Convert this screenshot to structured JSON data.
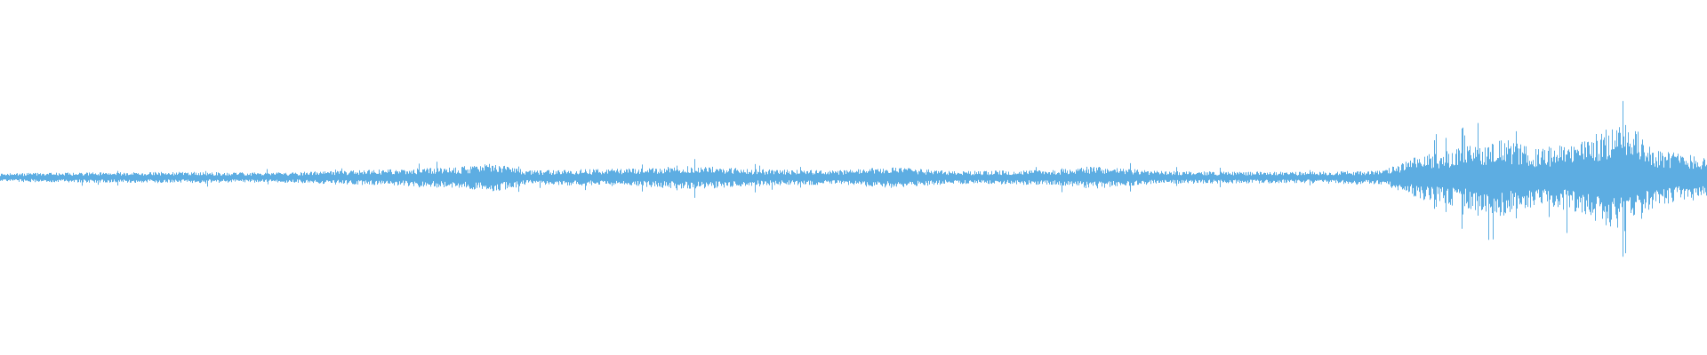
{
  "waveform": {
    "color": "#5dade2",
    "background": "#ffffff",
    "description": "audio-waveform",
    "envelope_profile": [
      {
        "pos": 0.0,
        "amp": 0.012
      },
      {
        "pos": 0.04,
        "amp": 0.014
      },
      {
        "pos": 0.1,
        "amp": 0.016
      },
      {
        "pos": 0.16,
        "amp": 0.014
      },
      {
        "pos": 0.22,
        "amp": 0.022
      },
      {
        "pos": 0.27,
        "amp": 0.03
      },
      {
        "pos": 0.29,
        "amp": 0.04
      },
      {
        "pos": 0.31,
        "amp": 0.02
      },
      {
        "pos": 0.37,
        "amp": 0.026
      },
      {
        "pos": 0.41,
        "amp": 0.034
      },
      {
        "pos": 0.44,
        "amp": 0.024
      },
      {
        "pos": 0.49,
        "amp": 0.02
      },
      {
        "pos": 0.52,
        "amp": 0.03
      },
      {
        "pos": 0.56,
        "amp": 0.018
      },
      {
        "pos": 0.62,
        "amp": 0.022
      },
      {
        "pos": 0.64,
        "amp": 0.032
      },
      {
        "pos": 0.68,
        "amp": 0.018
      },
      {
        "pos": 0.76,
        "amp": 0.016
      },
      {
        "pos": 0.81,
        "amp": 0.02
      },
      {
        "pos": 0.83,
        "amp": 0.06
      },
      {
        "pos": 0.86,
        "amp": 0.09
      },
      {
        "pos": 0.88,
        "amp": 0.11
      },
      {
        "pos": 0.9,
        "amp": 0.08
      },
      {
        "pos": 0.92,
        "amp": 0.095
      },
      {
        "pos": 0.953,
        "amp": 0.16
      },
      {
        "pos": 0.97,
        "amp": 0.08
      },
      {
        "pos": 1.0,
        "amp": 0.06
      }
    ]
  }
}
